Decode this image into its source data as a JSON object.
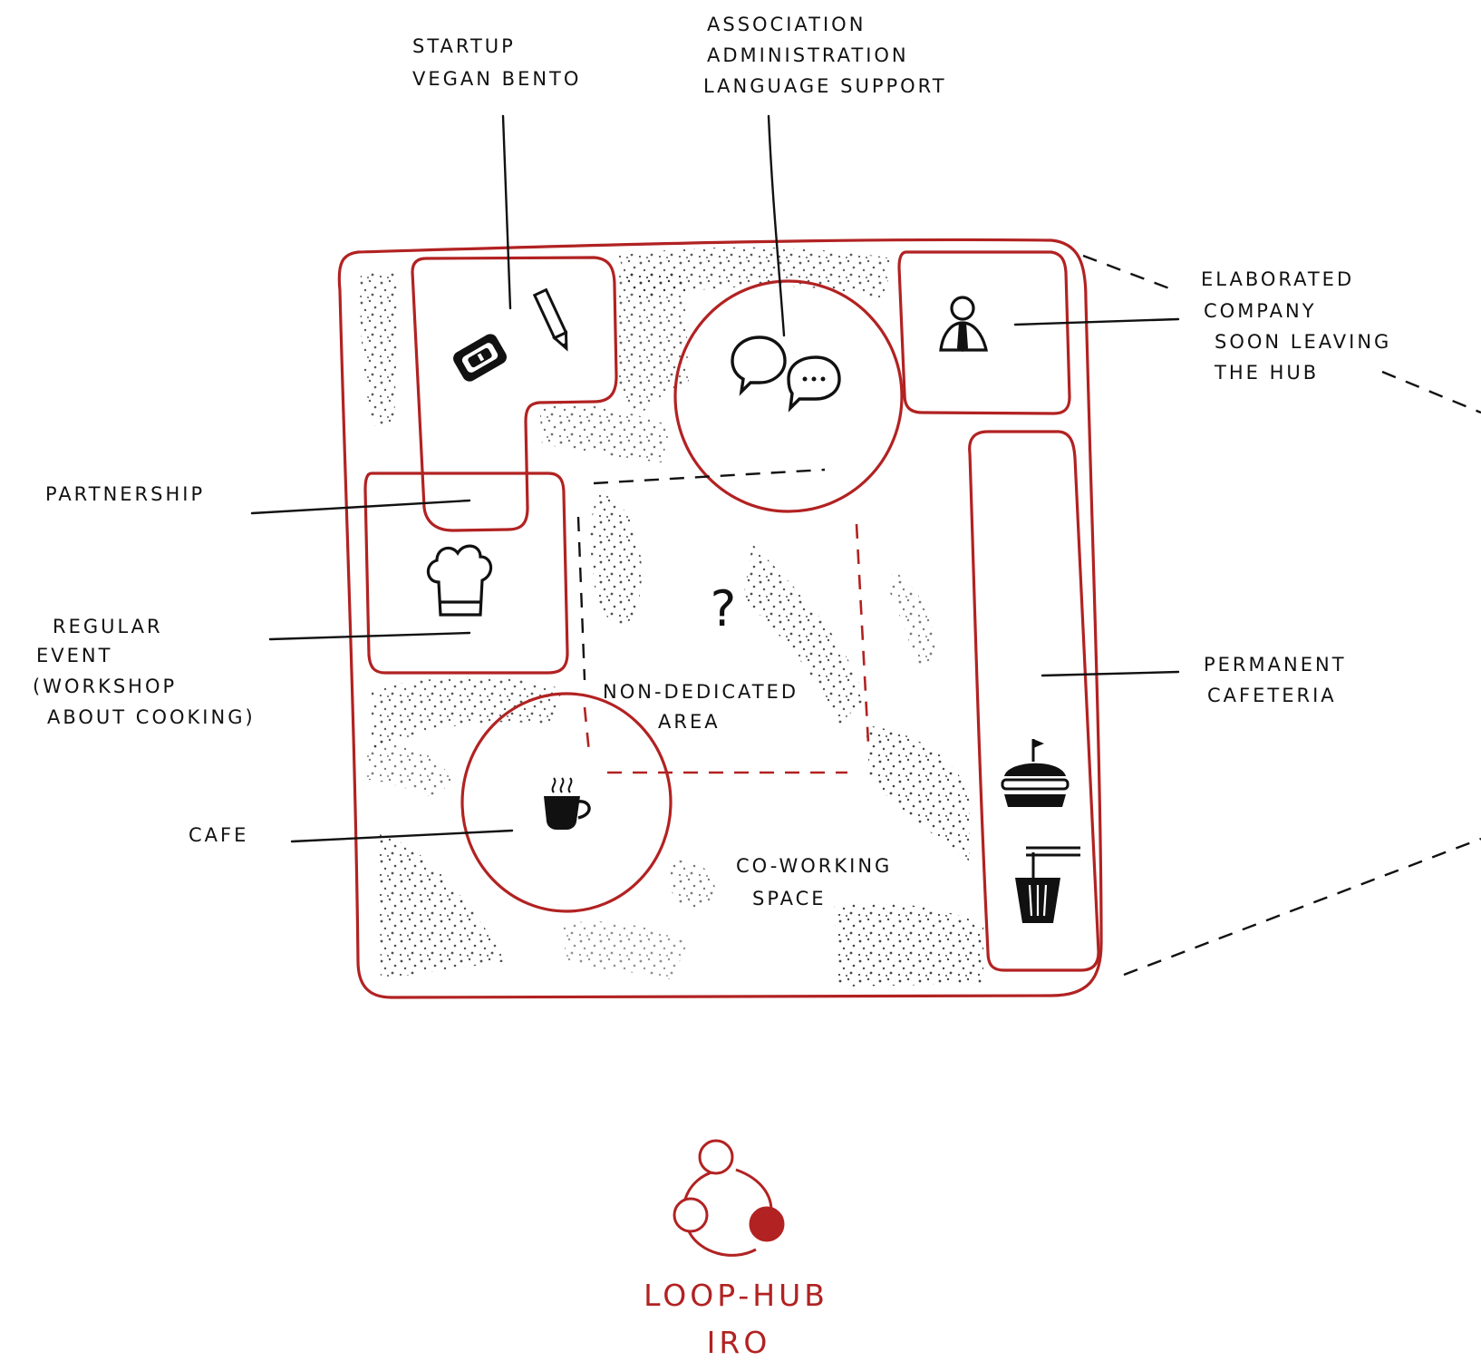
{
  "colors": {
    "zone_outline": "#b22222",
    "ink": "#111111",
    "brand": "#b22222"
  },
  "labels": {
    "startup": [
      "STARTUP",
      "VEGAN BENTO"
    ],
    "association": [
      "ASSOCIATION",
      "ADMINISTRATION",
      "LANGUAGE SUPPORT"
    ],
    "elaborated": [
      "ELABORATED",
      "COMPANY",
      "SOON LEAVING",
      "THE HUB"
    ],
    "partnership": [
      "PARTNERSHIP"
    ],
    "regular_event": [
      "REGULAR",
      "EVENT",
      "(WORKSHOP",
      "ABOUT COOKING)"
    ],
    "cafe": [
      "CAFE"
    ],
    "cafeteria": [
      "PERMANENT",
      "CAFETERIA"
    ],
    "non_dedicated": [
      "NON-DEDICATED",
      "AREA"
    ],
    "coworking": [
      "CO-WORKING",
      "SPACE"
    ],
    "question_mark": "?"
  },
  "icons": {
    "startup": [
      "bento-box-icon",
      "pencil-icon"
    ],
    "association": [
      "speech-bubbles-icon"
    ],
    "elaborated": "person-with-tie-icon",
    "regular_event": "chef-hat-icon",
    "cafe": "coffee-cup-icon",
    "cafeteria": [
      "sandwich-icon",
      "drink-cup-icon"
    ],
    "brand": "loop-hub-logo-icon"
  },
  "brand": {
    "name": "LOOP-HUB",
    "sub": "IRO"
  }
}
